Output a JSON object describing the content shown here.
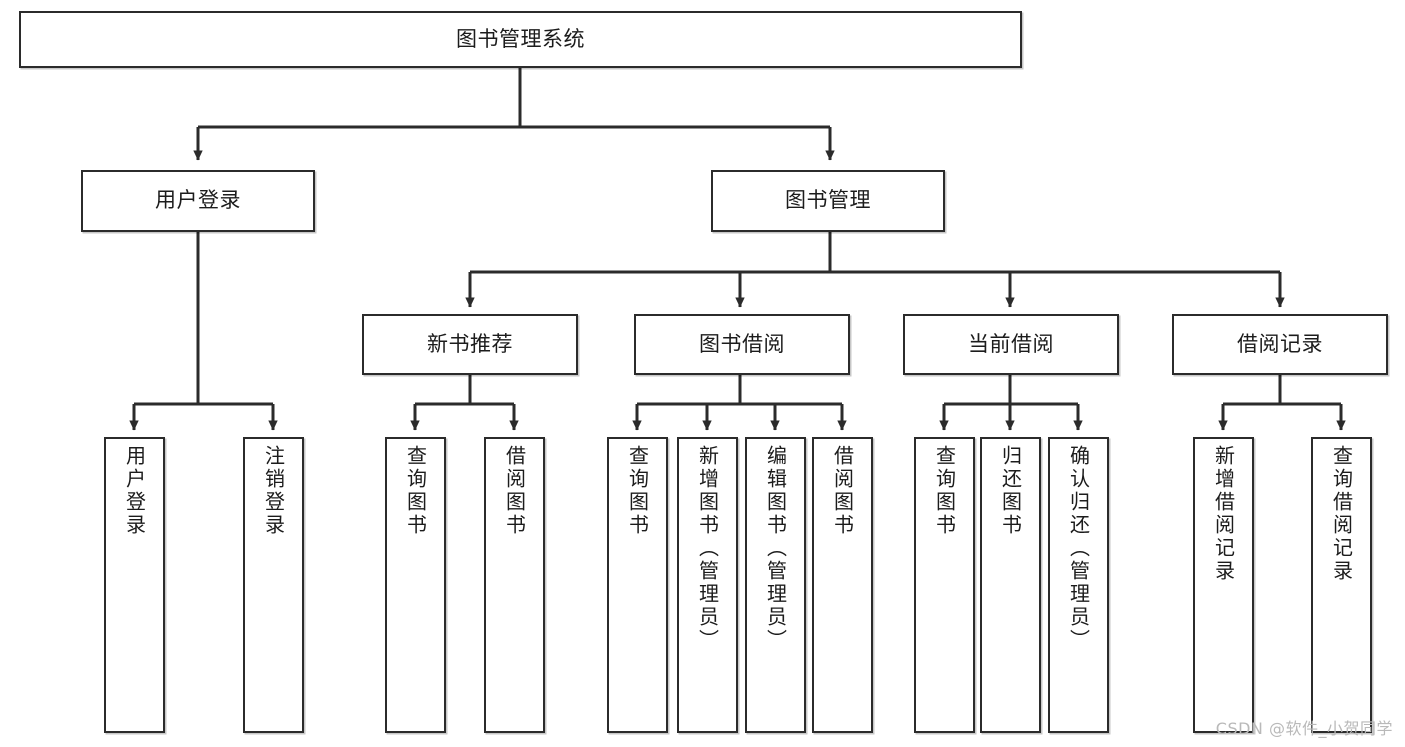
{
  "diagram": {
    "type": "tree",
    "title": "图书管理系统",
    "root": {
      "id": "root",
      "label": "图书管理系统"
    },
    "level2": [
      {
        "id": "user-login",
        "label": "用户登录"
      },
      {
        "id": "book-management",
        "label": "图书管理"
      }
    ],
    "level3": [
      {
        "id": "new-book-recommend",
        "label": "新书推荐",
        "parent": "book-management"
      },
      {
        "id": "book-borrow",
        "label": "图书借阅",
        "parent": "book-management"
      },
      {
        "id": "current-borrow",
        "label": "当前借阅",
        "parent": "book-management"
      },
      {
        "id": "borrow-record",
        "label": "借阅记录",
        "parent": "book-management"
      }
    ],
    "leaves": [
      {
        "id": "leaf-user-login",
        "label": "用户登录",
        "parent": "user-login"
      },
      {
        "id": "leaf-logout-login",
        "label": "注销登录",
        "parent": "user-login"
      },
      {
        "id": "leaf-query-book-1",
        "label": "查询图书",
        "parent": "new-book-recommend"
      },
      {
        "id": "leaf-borrow-book-1",
        "label": "借阅图书",
        "parent": "new-book-recommend"
      },
      {
        "id": "leaf-query-book-2",
        "label": "查询图书",
        "parent": "book-borrow"
      },
      {
        "id": "leaf-add-book",
        "label": "新增图书（管理员）",
        "parent": "book-borrow"
      },
      {
        "id": "leaf-edit-book",
        "label": "编辑图书（管理员）",
        "parent": "book-borrow"
      },
      {
        "id": "leaf-borrow-book-2",
        "label": "借阅图书",
        "parent": "book-borrow"
      },
      {
        "id": "leaf-query-book-3",
        "label": "查询图书",
        "parent": "current-borrow"
      },
      {
        "id": "leaf-return-book",
        "label": "归还图书",
        "parent": "current-borrow"
      },
      {
        "id": "leaf-confirm-return",
        "label": "确认归还（管理员）",
        "parent": "current-borrow"
      },
      {
        "id": "leaf-add-record",
        "label": "新增借阅记录",
        "parent": "borrow-record"
      },
      {
        "id": "leaf-query-record",
        "label": "查询借阅记录",
        "parent": "borrow-record"
      }
    ],
    "colors": {
      "stroke": "#2b2b2b",
      "box_fill": "#ffffff",
      "text": "#1c1c1c",
      "background": "#ffffff",
      "watermark": "#b9b9b9"
    }
  },
  "watermark": {
    "text": "CSDN @软件_小贺同学"
  }
}
